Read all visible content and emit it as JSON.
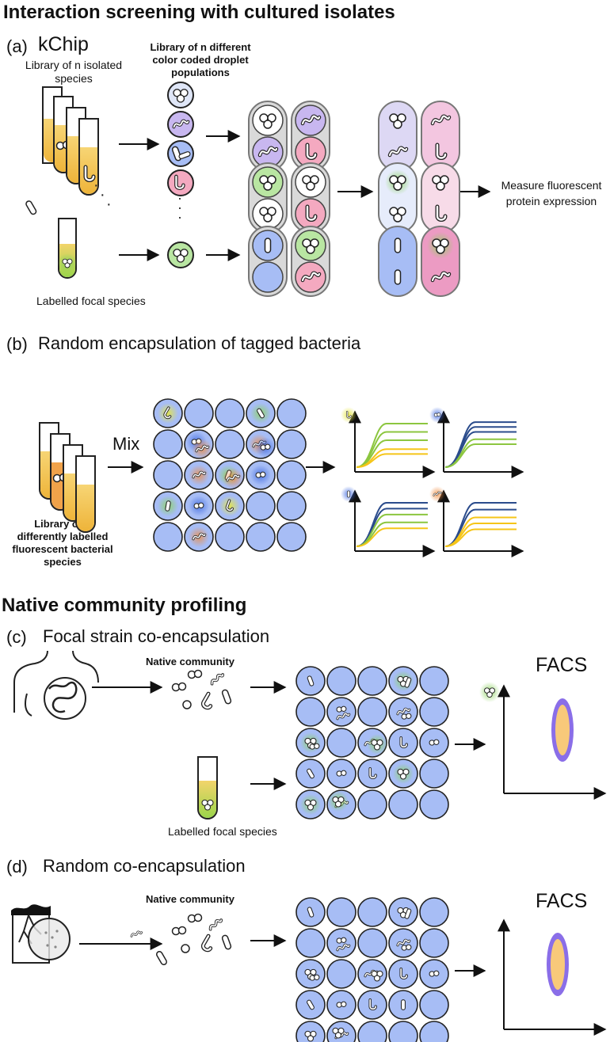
{
  "sections": {
    "isolates_title": "Interaction screening with cultured isolates",
    "native_title": "Native community profiling"
  },
  "panel_a": {
    "letter": "(a)",
    "title": "kChip",
    "library_label": "Library of n isolated species",
    "droplet_label": "Library of n different color coded droplet populations",
    "focal_label": "Labelled focal species",
    "output_label": "Measure fluorescent protein expression"
  },
  "panel_b": {
    "letter": "(b)",
    "title": "Random encapsulation of tagged bacteria",
    "mix_label": "Mix",
    "library_label": "Library of n differently labelled fluorescent bacterial species"
  },
  "panel_c": {
    "letter": "(c)",
    "title": "Focal strain co-encapsulation",
    "community_label": "Native community",
    "focal_label": "Labelled focal species",
    "facs_label": "FACS"
  },
  "panel_d": {
    "letter": "(d)",
    "title": "Random co-encapsulation",
    "community_label": "Native community",
    "facs_label": "FACS"
  },
  "colors": {
    "droplet_blue": "#a7bdf5",
    "culture_yellow": "#f2c45a",
    "fluor_green": "#8cd35f",
    "curve_green": "#8cc63f",
    "curve_yellow": "#f5c518",
    "curve_navy": "#2b4c8c",
    "facs_outer": "#8a6ee8",
    "facs_inner": "#f8c97a"
  }
}
